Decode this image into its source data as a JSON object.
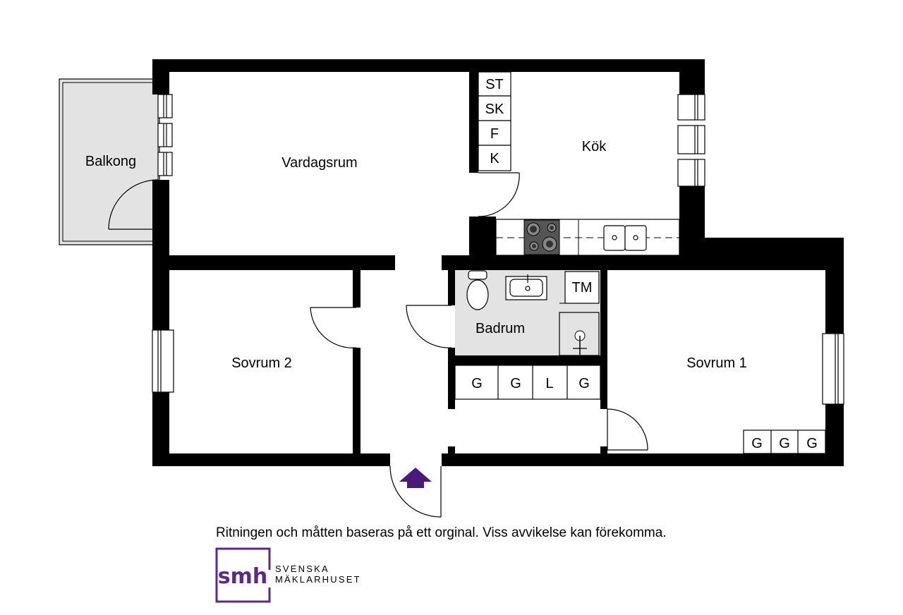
{
  "rooms": {
    "balkong": "Balkong",
    "vardagsrum": "Vardagsrum",
    "kok": "Kök",
    "sovrum2": "Sovrum 2",
    "badrum": "Badrum",
    "sovrum1": "Sovrum 1"
  },
  "kitchen_units": [
    "ST",
    "SK",
    "F",
    "K"
  ],
  "bathroom_unit": "TM",
  "hall_closets": [
    "G",
    "G",
    "L",
    "G"
  ],
  "bedroom1_closets": [
    "G",
    "G",
    "G"
  ],
  "disclaimer": "Ritningen och måtten baseras på ett orginal. Viss avvikelse kan förekomma.",
  "brand": {
    "logo_text": "smh",
    "line1": "SVENSKA",
    "line2": "MÄKLARHUSET",
    "color": "#5b2a86"
  },
  "entrance_arrow_color": "#4a1a78",
  "wall_color": "#000000",
  "wet_area_color": "#e3e3e3"
}
